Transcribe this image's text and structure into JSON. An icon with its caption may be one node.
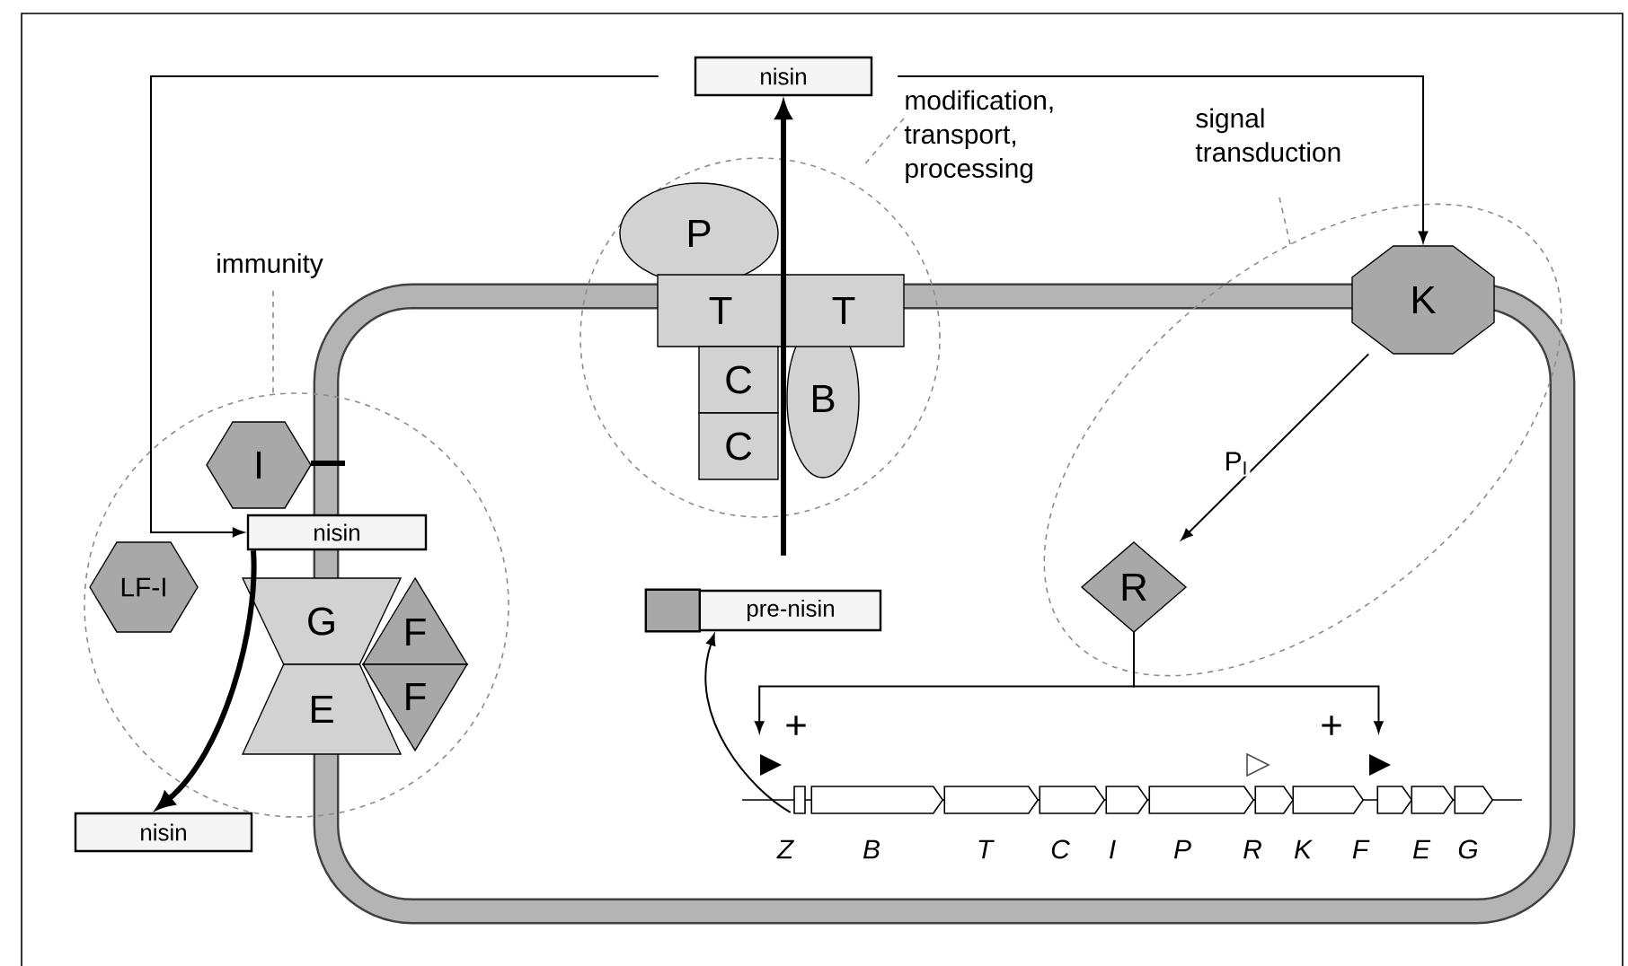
{
  "diagram": {
    "nodes": [
      {
        "text": [
          "nisin"
        ]
      },
      {
        "text": [
          "modification, transport, processing"
        ]
      },
      {
        "text": [
          "P"
        ],
        "in": 1
      },
      {
        "text": [
          "T"
        ],
        "in": 1
      },
      {
        "text": [
          "T"
        ],
        "in": 1
      },
      {
        "text": [
          "C"
        ],
        "in": 1
      },
      {
        "text": [
          "C"
        ],
        "in": 1
      },
      {
        "text": [
          "B"
        ],
        "in": 1
      },
      {
        "text": [
          "signal transduction"
        ]
      },
      {
        "text": [
          "K"
        ],
        "in": 8
      },
      {
        "text": [
          "R"
        ],
        "in": 8
      },
      {
        "text": [
          "immunity"
        ]
      },
      {
        "text": [
          "I"
        ],
        "in": 11
      },
      {
        "text": [
          "nisin"
        ],
        "in": 11
      },
      {
        "text": [
          "LF-I"
        ],
        "in": 11
      },
      {
        "text": [
          "G"
        ],
        "in": 11
      },
      {
        "text": [
          "F"
        ],
        "in": 11
      },
      {
        "text": [
          "E"
        ],
        "in": 11
      },
      {
        "text": [
          "F"
        ],
        "in": 11
      },
      {
        "text": [
          "pre-nisin"
        ]
      },
      {
        "text": [
          "nisin"
        ]
      },
      {
        "text": [
          "Z"
        ]
      },
      {
        "text": [
          "B"
        ]
      },
      {
        "text": [
          "T"
        ]
      },
      {
        "text": [
          "C"
        ]
      },
      {
        "text": [
          "I"
        ]
      },
      {
        "text": [
          "P"
        ]
      },
      {
        "text": [
          "R"
        ]
      },
      {
        "text": [
          "K"
        ]
      },
      {
        "text": [
          "F"
        ]
      },
      {
        "text": [
          "E"
        ]
      },
      {
        "text": [
          "G"
        ]
      }
    ],
    "edges": [
      {
        "from": 0,
        "to": 9,
        "arrow": "to"
      },
      {
        "from": 0,
        "to": 13,
        "arrow": "to"
      },
      {
        "from": 19,
        "to": 0,
        "arrow": "to",
        "style": "thick"
      },
      {
        "from": 21,
        "to": 19,
        "arrow": "to"
      },
      {
        "from": 9,
        "to": 10,
        "arrow": "to",
        "label": "P$_{I}$"
      },
      {
        "from": 10,
        "to": 21,
        "arrow": "to"
      },
      {
        "from": 10,
        "to": 29,
        "arrow": "to"
      },
      {
        "from": 13,
        "to": 20,
        "arrow": "to",
        "style": "thick"
      }
    ],
    "labels": [
      "+",
      "+"
    ]
  }
}
